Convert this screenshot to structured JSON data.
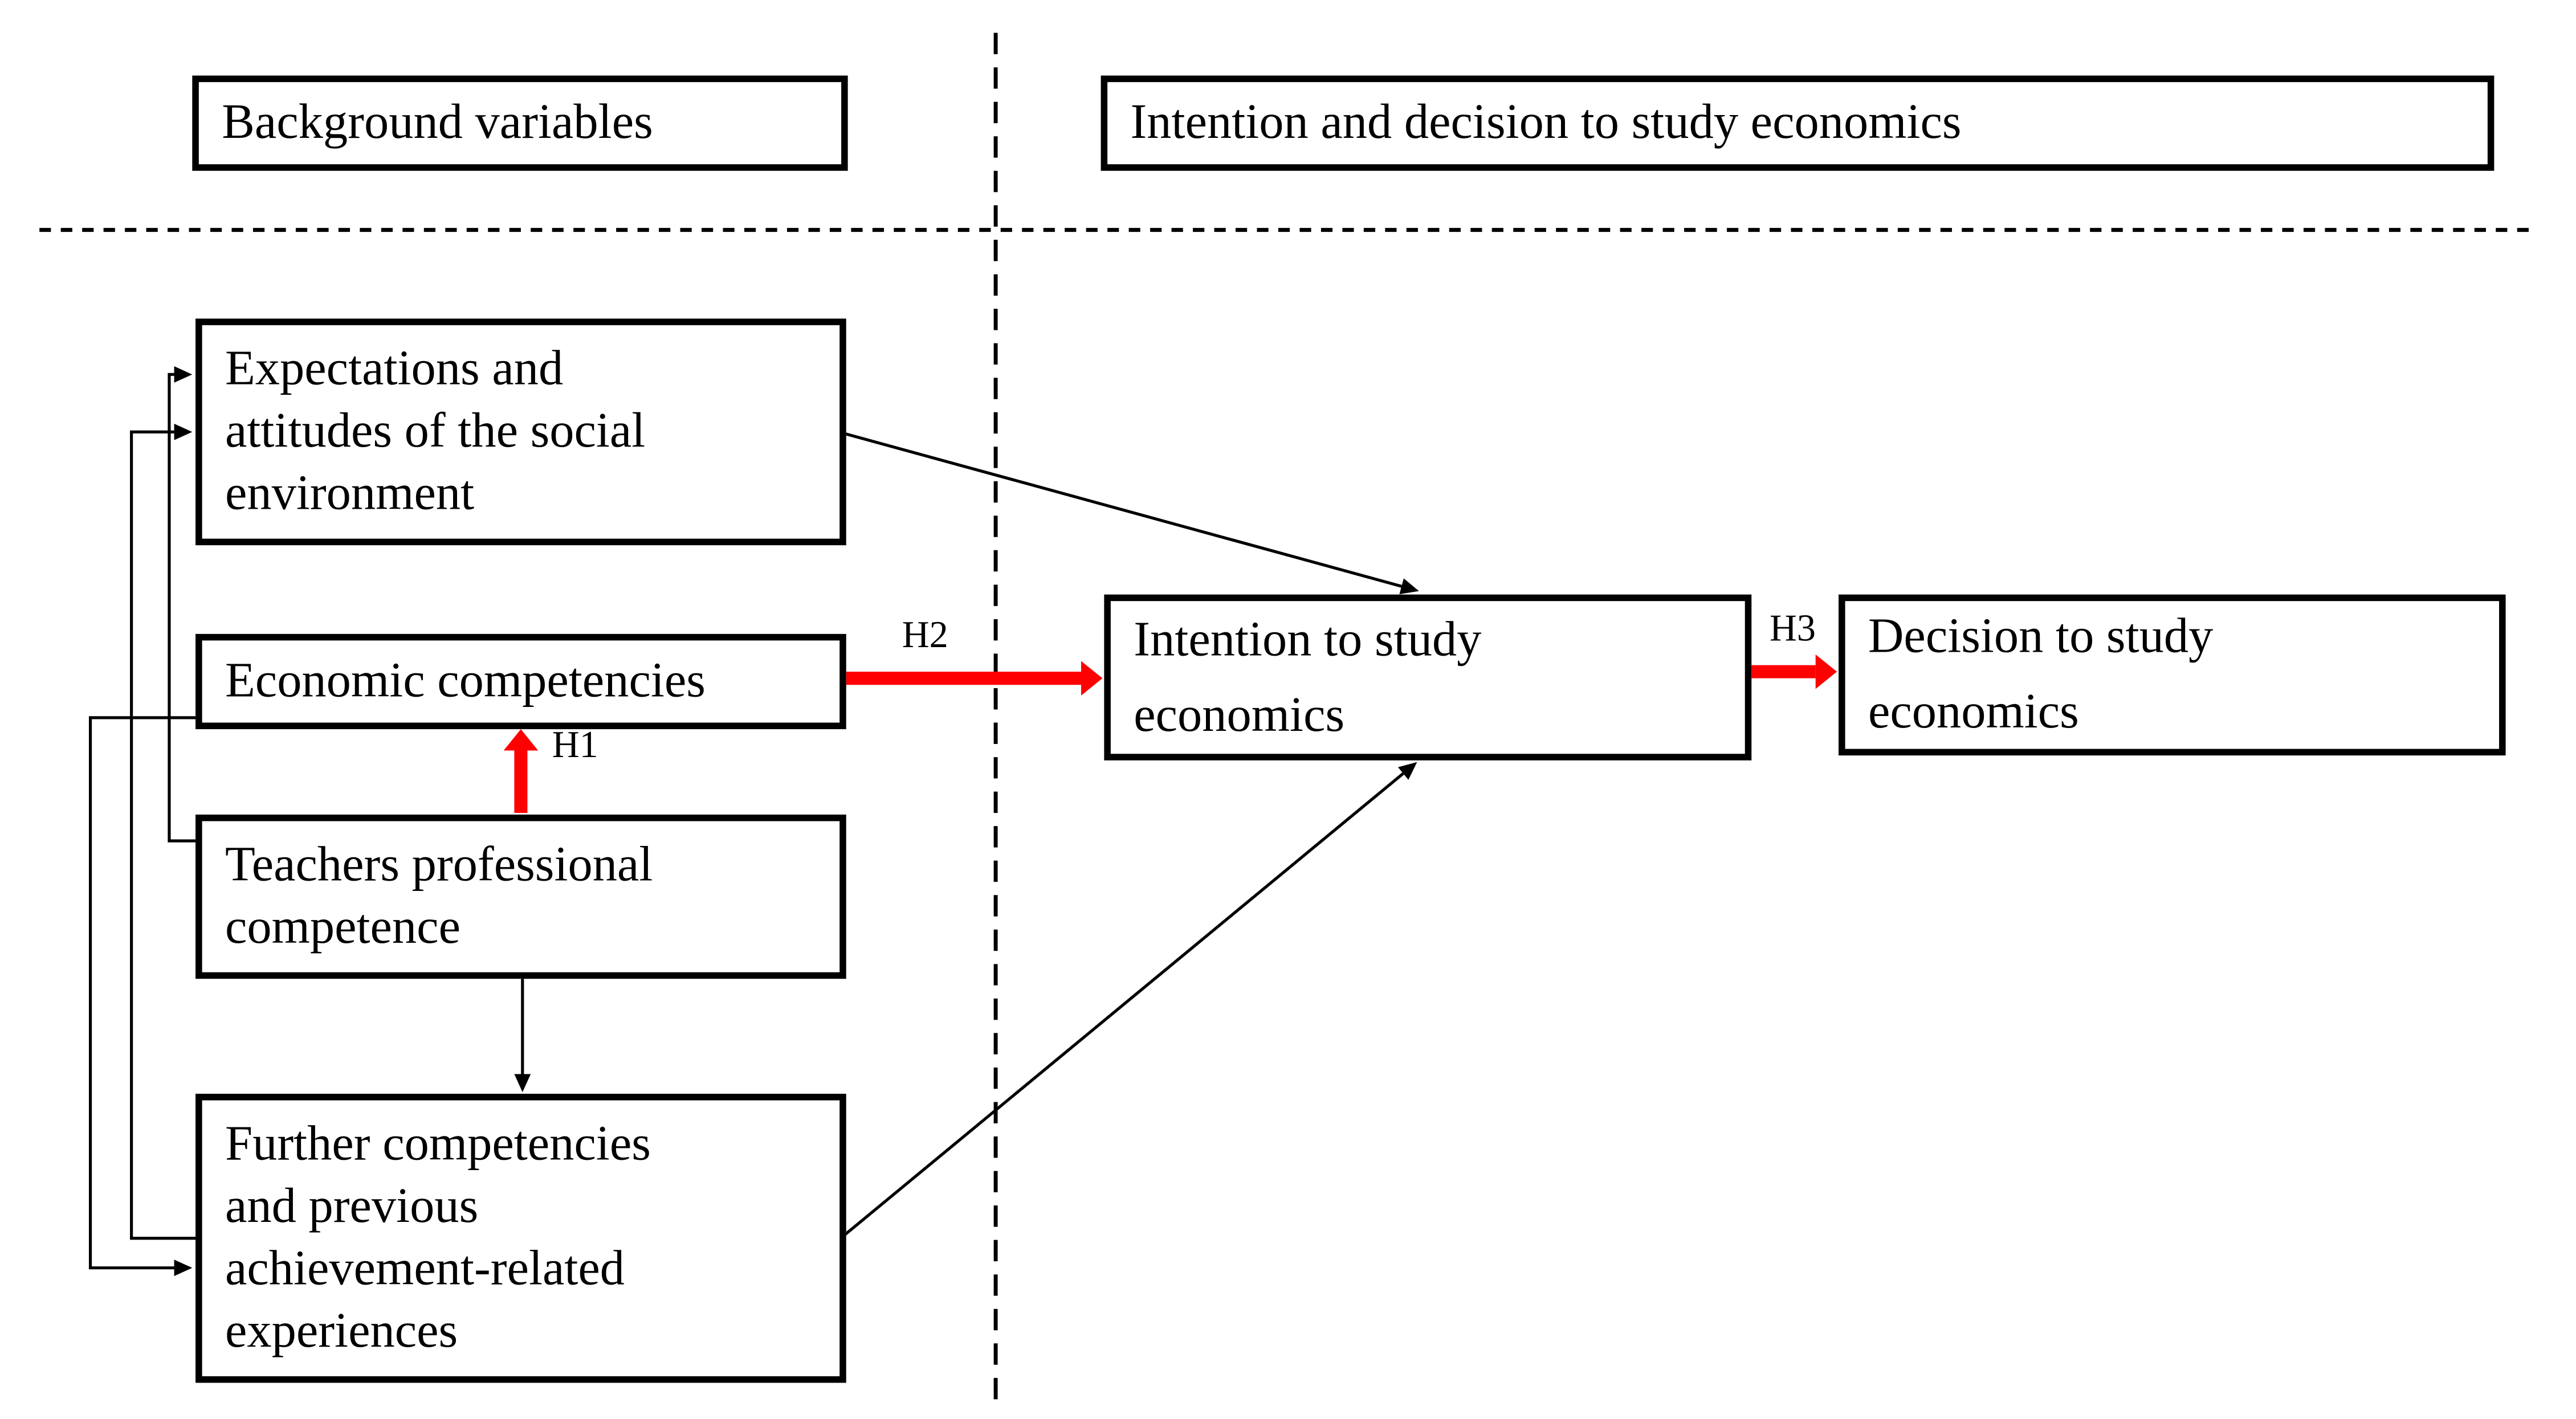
{
  "diagram": {
    "title_region_left": "Background variables",
    "title_region_right": "Intention and decision to study economics",
    "colors": {
      "background": "#ffffff",
      "line": "#000000",
      "hypothesis_accent": "#ff0000"
    },
    "boxes": {
      "expectations": "Expectations and\nattitudes of the social\nenvironment",
      "economic": "Economic competencies",
      "teachers": "Teachers professional\ncompetence",
      "further": "Further competencies\nand previous\nachievement-related\nexperiences",
      "intention": "Intention to study\neconomics",
      "decision": "Decision to study\neconomics"
    },
    "hypothesis_labels": {
      "h1": "H1",
      "h2": "H2",
      "h3": "H3"
    },
    "edges": [
      {
        "from": "teachers",
        "to": "economic",
        "label": "H1",
        "color": "#ff0000",
        "style": "thick"
      },
      {
        "from": "economic",
        "to": "intention",
        "label": "H2",
        "color": "#ff0000",
        "style": "thick"
      },
      {
        "from": "intention",
        "to": "decision",
        "label": "H3",
        "color": "#ff0000",
        "style": "thick"
      },
      {
        "from": "expectations",
        "to": "intention",
        "label": "",
        "color": "#000000",
        "style": "thin"
      },
      {
        "from": "further",
        "to": "intention",
        "label": "",
        "color": "#000000",
        "style": "thin"
      },
      {
        "from": "teachers",
        "to": "further",
        "label": "",
        "color": "#000000",
        "style": "thin"
      },
      {
        "from": "teachers",
        "to": "expectations",
        "label": "",
        "color": "#000000",
        "style": "thin"
      },
      {
        "from": "further",
        "to": "expectations",
        "label": "",
        "color": "#000000",
        "style": "thin"
      },
      {
        "from": "economic",
        "to": "further",
        "label": "",
        "color": "#000000",
        "style": "thin"
      }
    ],
    "separators": {
      "horizontal": "dashed line below region titles",
      "vertical": "dashed line between background variables region and intention/decision region"
    }
  }
}
